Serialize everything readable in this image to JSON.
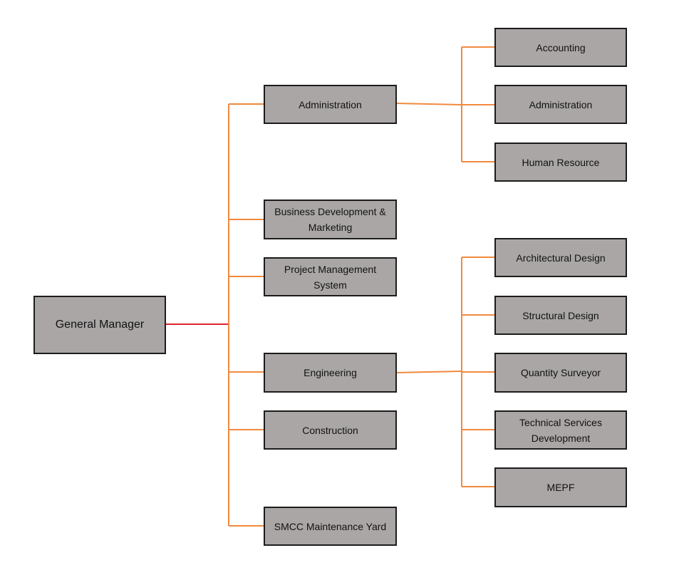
{
  "colors": {
    "box_fill": "#aaa6a6",
    "box_border": "#1c1c1c",
    "root_connector": "#e0242a",
    "branch_connector": "#f08a3e"
  },
  "root": {
    "label": "General Manager"
  },
  "departments": [
    {
      "id": "administration",
      "label": "Administration"
    },
    {
      "id": "business-development-marketing",
      "label": "Business Development & Marketing"
    },
    {
      "id": "project-management-system",
      "label": "Project Management System"
    },
    {
      "id": "engineering",
      "label": "Engineering"
    },
    {
      "id": "construction",
      "label": "Construction"
    },
    {
      "id": "smcc-maintenance-yard",
      "label": "SMCC Maintenance Yard"
    }
  ],
  "administration_units": [
    {
      "id": "accounting",
      "label": "Accounting"
    },
    {
      "id": "administration-sub",
      "label": "Administration"
    },
    {
      "id": "human-resource",
      "label": "Human Resource"
    }
  ],
  "engineering_units": [
    {
      "id": "architectural-design",
      "label": "Architectural Design"
    },
    {
      "id": "structural-design",
      "label": "Structural Design"
    },
    {
      "id": "quantity-surveyor",
      "label": "Quantity Surveyor"
    },
    {
      "id": "technical-services-development",
      "label": "Technical Services Development"
    },
    {
      "id": "mepf",
      "label": "MEPF"
    }
  ]
}
